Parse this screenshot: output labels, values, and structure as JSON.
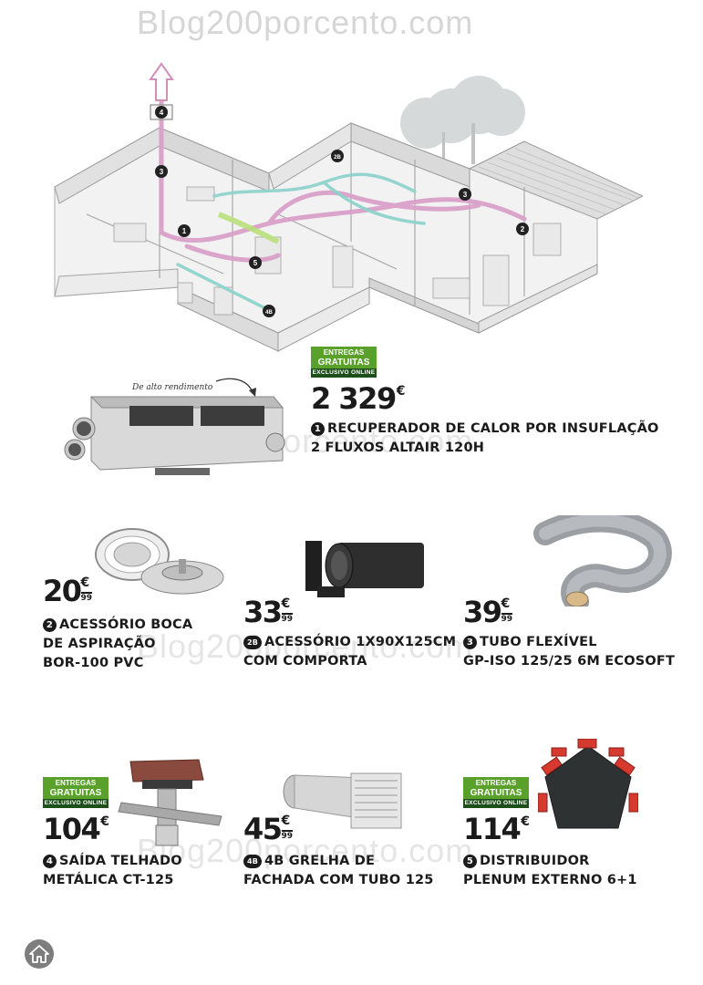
{
  "watermark": "Blog200porcento.com",
  "badge": {
    "line1": "ENTREGAS",
    "line2": "GRATUITAS",
    "line3": "EXCLUSIVO ONLINE"
  },
  "diagram_markers": [
    "4",
    "3",
    "2B",
    "1",
    "5",
    "4B",
    "3",
    "2"
  ],
  "main_product": {
    "tagline": "De alto rendimento",
    "price_int": "2 329",
    "currency": "€",
    "number": "1",
    "line1": "RECUPERADOR DE CALOR POR INSUFLAÇÃO",
    "line2": "2 FLUXOS ALTAIR 120H"
  },
  "products": [
    {
      "id": "p2",
      "price_int": "20",
      "currency": "€",
      "cents": "99",
      "number": "2",
      "line1": "ACESSÓRIO BOCA",
      "line2": "DE ASPIRAÇÃO",
      "line3": "BOR-100 PVC"
    },
    {
      "id": "p2b",
      "price_int": "33",
      "currency": "€",
      "cents": "99",
      "number": "2B",
      "line1": "ACESSÓRIO 1X90X125CM",
      "line2": "COM COMPORTA"
    },
    {
      "id": "p3",
      "price_int": "39",
      "currency": "€",
      "cents": "99",
      "number": "3",
      "line1": "TUBO FLEXÍVEL",
      "line2": "GP-ISO 125/25 6M ECOSOFT"
    },
    {
      "id": "p4",
      "price_int": "104",
      "currency": "€",
      "number": "4",
      "line1": "SAÍDA TELHADO",
      "line2": "METÁLICA CT-125"
    },
    {
      "id": "p4b",
      "price_int": "45",
      "currency": "€",
      "cents": "99",
      "number": "4B",
      "line1": "4B GRELHA DE",
      "line2": "FACHADA COM TUBO 125"
    },
    {
      "id": "p5",
      "price_int": "114",
      "currency": "€",
      "number": "5",
      "line1": "DISTRIBUIDOR",
      "line2": "PLENUM EXTERNO 6+1"
    }
  ],
  "icons": [
    "home-icon",
    "arrow-up-icon",
    "curved-arrow-icon"
  ],
  "colors": {
    "badge_green": "#5aa12b",
    "badge_dark": "#1d4f1a",
    "duct_pink": "#d9a0c9",
    "duct_cyan": "#8fd3cd"
  }
}
